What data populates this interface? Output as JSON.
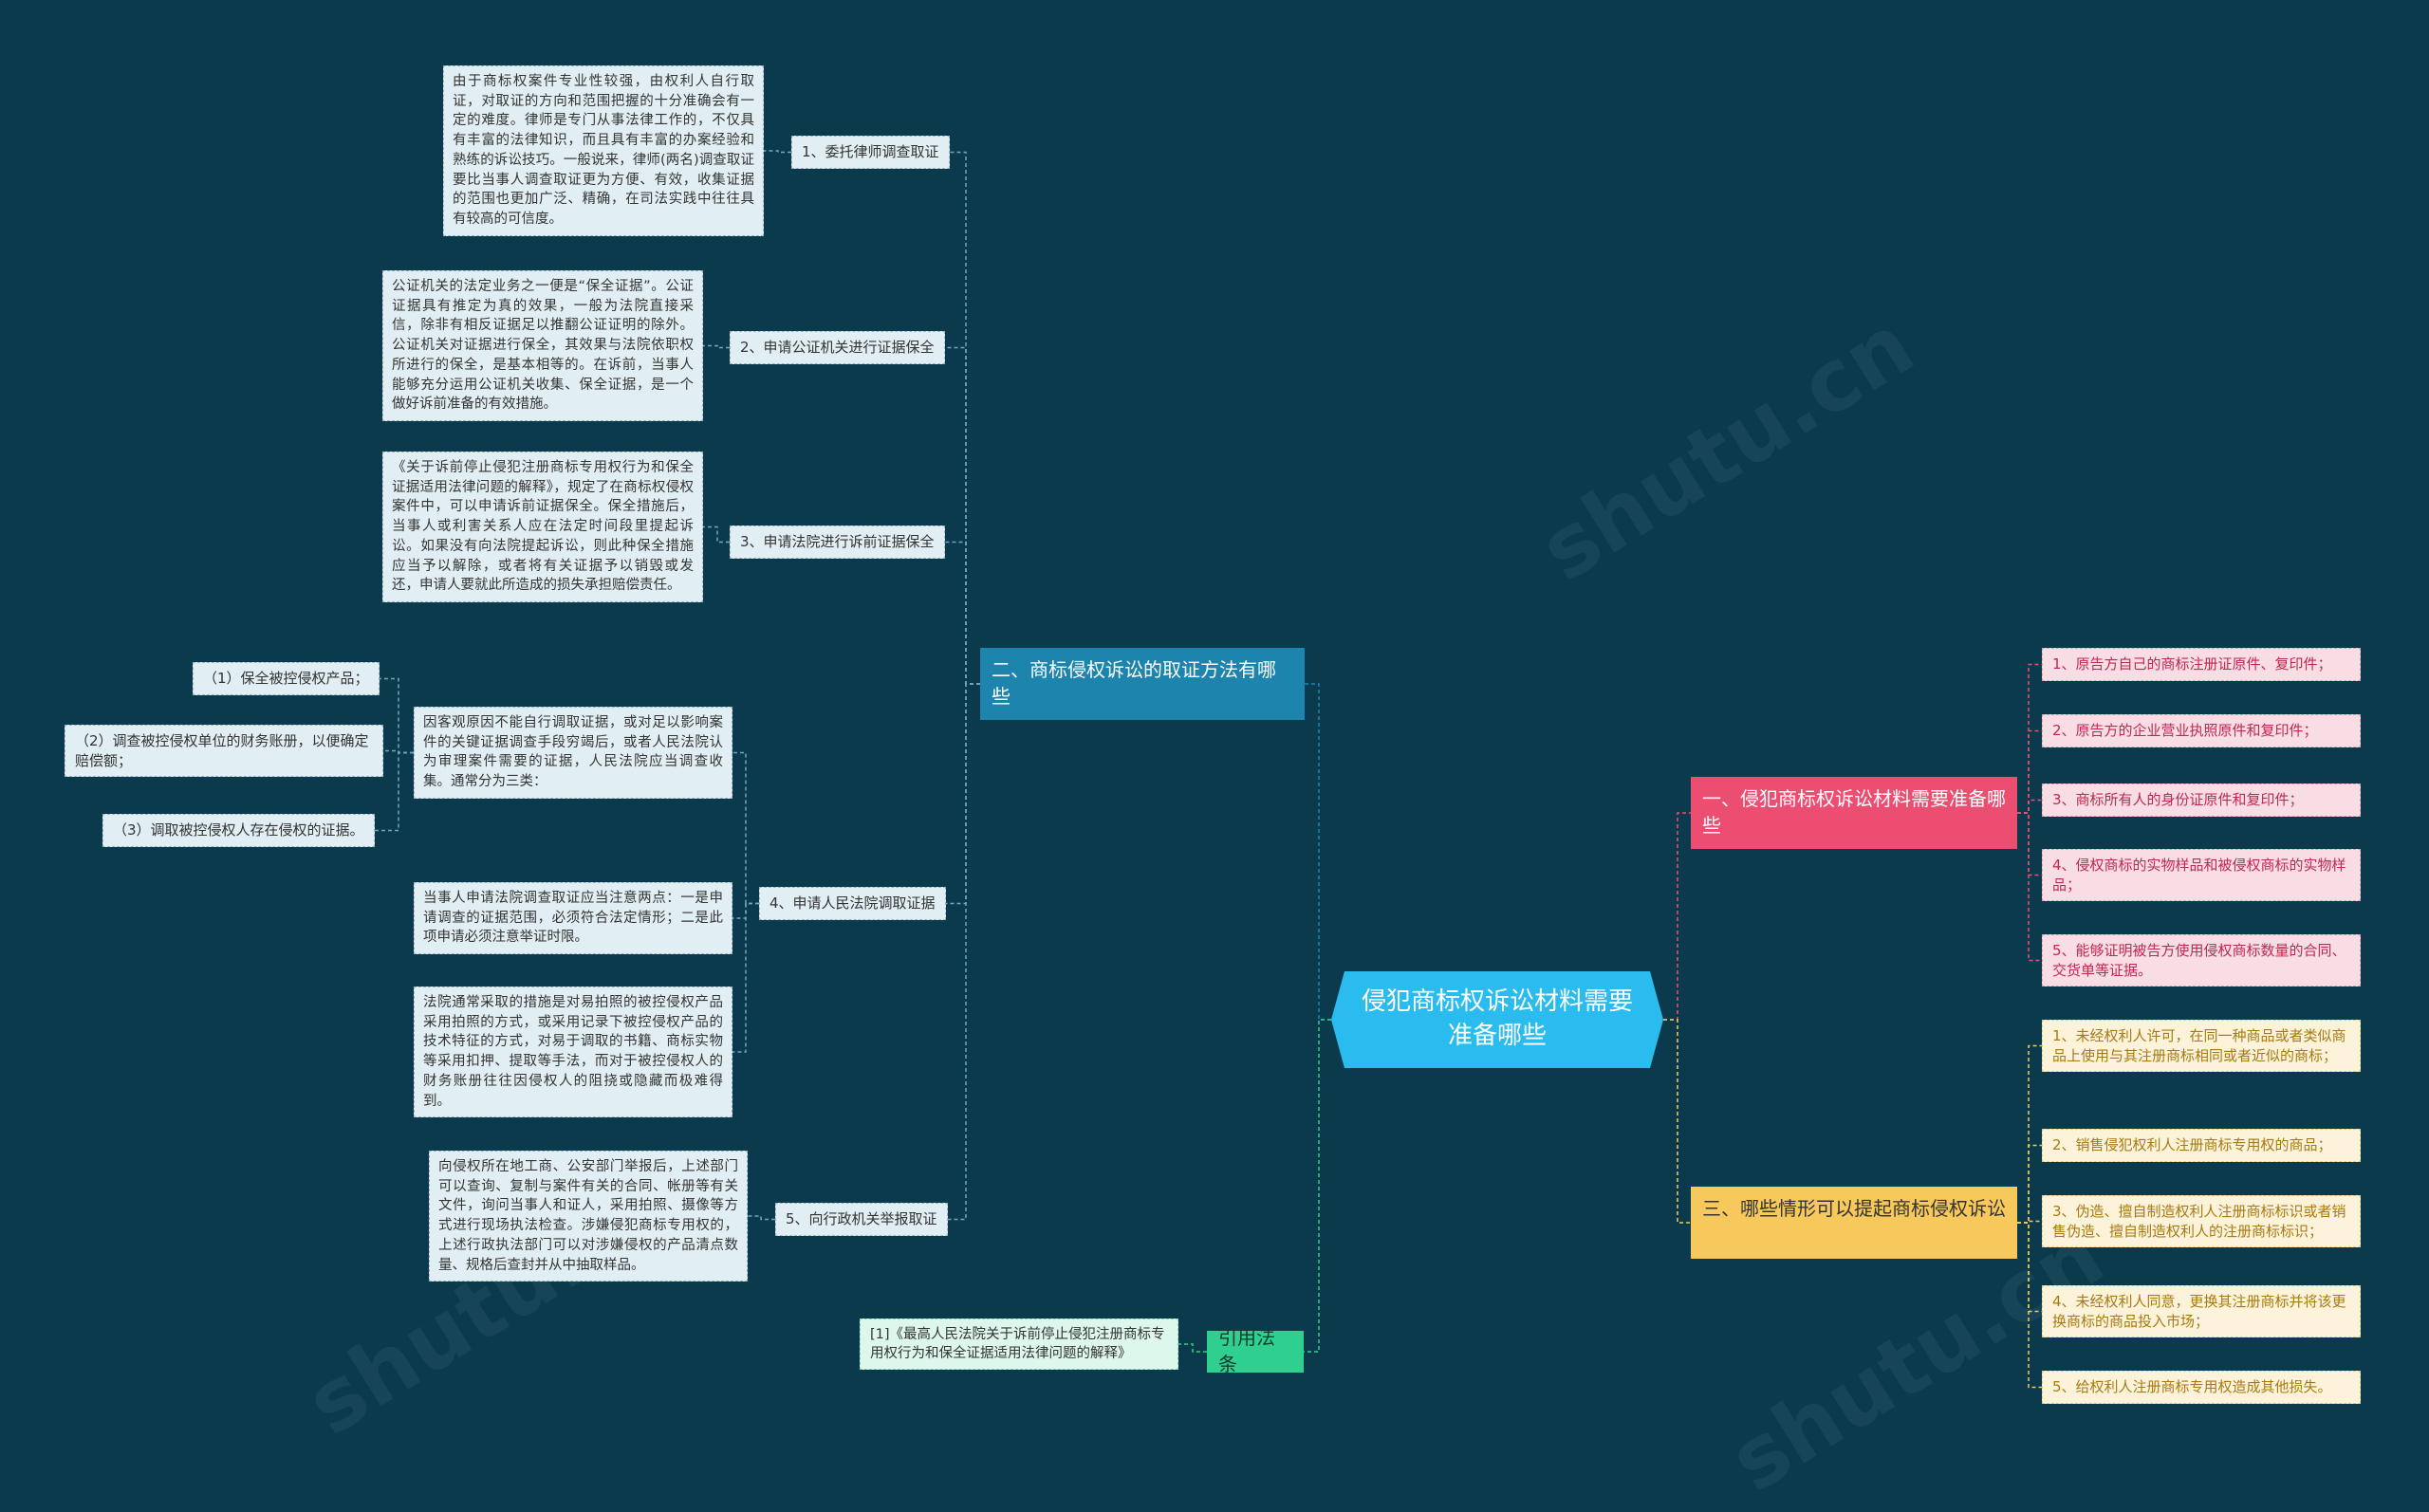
{
  "root": {
    "title": "侵犯商标权诉讼材料需要准备哪些"
  },
  "branches": {
    "evidence": {
      "title": "二、商标侵权诉讼的取证方法有哪些",
      "items": [
        {
          "label": "1、委托律师调查取证",
          "text": "由于商标权案件专业性较强，由权利人自行取证，对取证的方向和范围把握的十分准确会有一定的难度。律师是专门从事法律工作的，不仅具有丰富的法律知识，而且具有丰富的办案经验和熟练的诉讼技巧。一般说来，律师(两名)调查取证要比当事人调查取证更为方便、有效，收集证据的范围也更加广泛、精确，在司法实践中往往具有较高的可信度。"
        },
        {
          "label": "2、申请公证机关进行证据保全",
          "text": "公证机关的法定业务之一便是“保全证据”。公证证据具有推定为真的效果，一般为法院直接采信，除非有相反证据足以推翻公证证明的除外。公证机关对证据进行保全，其效果与法院依职权所进行的保全，是基本相等的。在诉前，当事人能够充分运用公证机关收集、保全证据，是一个做好诉前准备的有效措施。"
        },
        {
          "label": "3、申请法院进行诉前证据保全",
          "text": "《关于诉前停止侵犯注册商标专用权行为和保全证据适用法律问题的解释》，规定了在商标权侵权案件中，可以申请诉前证据保全。保全措施后，当事人或利害关系人应在法定时间段里提起诉讼。如果没有向法院提起诉讼，则此种保全措施应当予以解除，或者将有关证据予以销毁或发还，申请人要就此所造成的损失承担赔偿责任。"
        },
        {
          "label": "4、申请人民法院调取证据",
          "text1": "因客观原因不能自行调取证据，或对足以影响案件的关键证据调查手段穷竭后，或者人民法院认为审理案件需要的证据，人民法院应当调查收集。通常分为三类：",
          "subs": [
            "（1）保全被控侵权产品；",
            "（2）调查被控侵权单位的财务账册，以便确定赔偿额；",
            "（3）调取被控侵权人存在侵权的证据。"
          ],
          "text2": "当事人申请法院调查取证应当注意两点：一是申请调查的证据范围，必须符合法定情形；二是此项申请必须注意举证时限。",
          "text3": "法院通常采取的措施是对易拍照的被控侵权产品采用拍照的方式，或采用记录下被控侵权产品的技术特征的方式，对易于调取的书籍、商标实物等采用扣押、提取等手法，而对于被控侵权人的财务账册往往因侵权人的阻挠或隐藏而极难得到。"
        },
        {
          "label": "5、向行政机关举报取证",
          "text": "向侵权所在地工商、公安部门举报后，上述部门可以查询、复制与案件有关的合同、帐册等有关文件，询问当事人和证人，采用拍照、摄像等方式进行现场执法检查。涉嫌侵犯商标专用权的，上述行政执法部门可以对涉嫌侵权的产品清点数量、规格后查封并从中抽取样品。"
        }
      ]
    },
    "materials": {
      "title": "一、侵犯商标权诉讼材料需要准备哪些",
      "items": [
        "1、原告方自己的商标注册证原件、复印件；",
        "2、原告方的企业营业执照原件和复印件；",
        "3、商标所有人的身份证原件和复印件；",
        "4、侵权商标的实物样品和被侵权商标的实物样品；",
        "5、能够证明被告方使用侵权商标数量的合同、交货单等证据。"
      ]
    },
    "cases": {
      "title": "三、哪些情形可以提起商标侵权诉讼",
      "items": [
        "1、未经权利人许可，在同一种商品或者类似商品上使用与其注册商标相同或者近似的商标；",
        "2、销售侵犯权利人注册商标专用权的商品；",
        "3、伪造、擅自制造权利人注册商标标识或者销售伪造、擅自制造权利人的注册商标标识；",
        "4、未经权利人同意，更换其注册商标并将该更换商标的商品投入市场；",
        "5、给权利人注册商标专用权造成其他损失。"
      ]
    },
    "refs": {
      "title": "引用法条",
      "items": [
        "[1]《最高人民法院关于诉前停止侵犯注册商标专用权行为和保全证据适用法律问题的解释》"
      ]
    }
  },
  "colors": {
    "background": "#0b3a4d",
    "root": "#2bbcef",
    "evidence": "#1c84ad",
    "materials": "#ec4e72",
    "cases": "#f7c95c",
    "refs": "#2fd08f"
  }
}
